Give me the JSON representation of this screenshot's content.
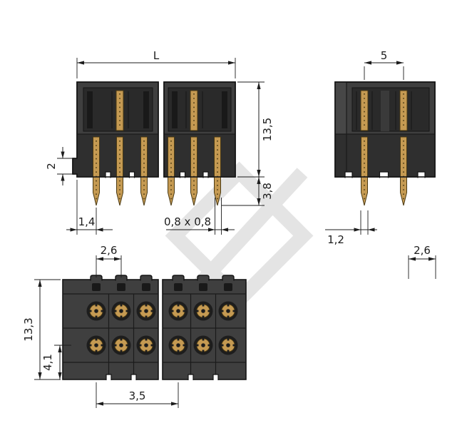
{
  "drawing": {
    "kind": "technical dimensional drawing",
    "subject": "double-row male PCB pin header, front / side / bottom views with watermark"
  },
  "dims": {
    "overall_length": "L",
    "housing_height": "13,5",
    "pin_protrusion": "3,8",
    "end_step": "2",
    "first_pin_offset": "1,4",
    "pin_cross_section": "0,8 x 0,8",
    "row_spacing": "5",
    "pin_width": "1,2",
    "pitch_left": "2,6",
    "pitch_right": "2,6",
    "body_depth": "13,3",
    "row_offset": "4,1",
    "contact_spacing": "3,5"
  },
  "colors": {
    "body": "#3f3f3f",
    "pin_gold": "#c59a52",
    "line": "#1c1c1c",
    "watermark": "#cfcfcf"
  }
}
